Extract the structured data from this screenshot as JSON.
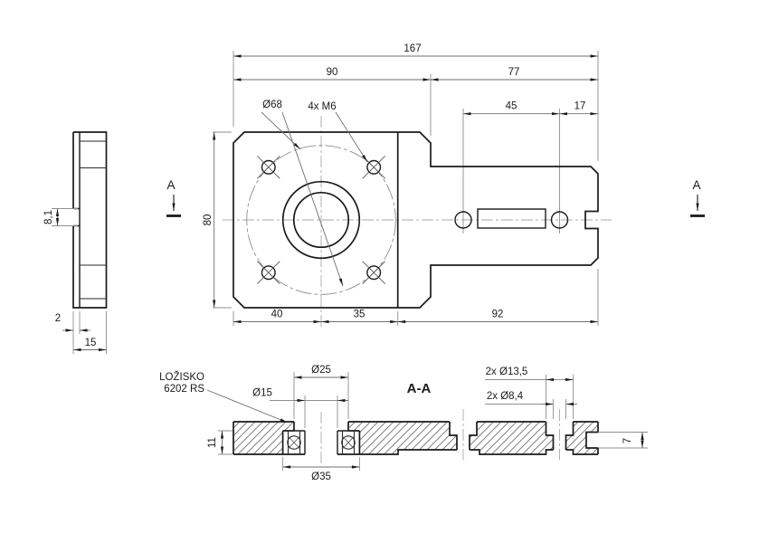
{
  "front_view": {
    "dim_total": "167",
    "dim_left": "90",
    "dim_right": "77",
    "dim_holes_span": "45",
    "dim_hole_to_edge": "17",
    "dim_height": "80",
    "bolt_circle": "Ø68",
    "thread_holes": "4x M6",
    "dim_center_from_left": "40",
    "dim_center_to_step": "35",
    "dim_step_to_end": "92",
    "section_mark": "A"
  },
  "side_view": {
    "dim_notch_height": "8,1",
    "dim_step_depth": "2",
    "dim_thickness": "15"
  },
  "section_view": {
    "title": "A-A",
    "bearing_note_line1": "LOŽISKO",
    "bearing_note_line2": "6202 RS",
    "dim_seat_bore": "Ø25",
    "dim_inner_bore": "Ø15",
    "dim_bearing_od": "Ø35",
    "dim_counterbore": "2x Ø13,5",
    "dim_through_holes": "2x Ø8,4",
    "dim_bearing_width": "11",
    "dim_end_thickness": "7"
  },
  "colors": {
    "ink": "#1b1b1b",
    "thin_line": "#8f8f8f",
    "centerline": "#a9a9a9",
    "background": "#ffffff"
  }
}
